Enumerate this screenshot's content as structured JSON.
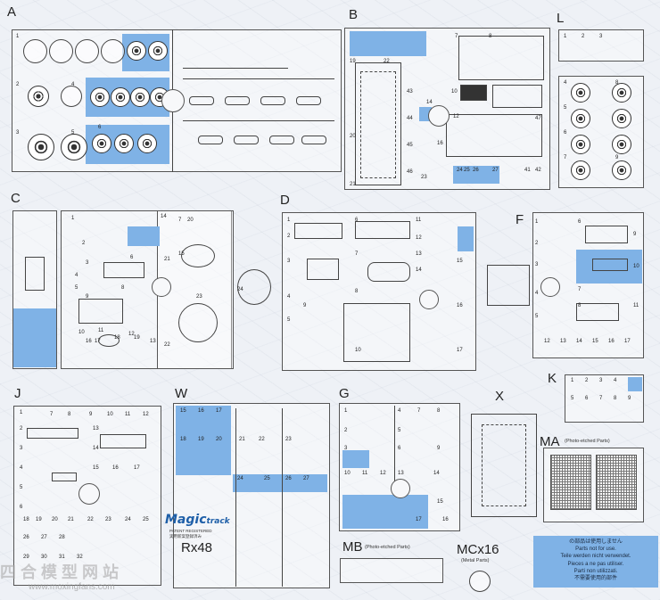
{
  "sprue_labels": {
    "A": "A",
    "B": "B",
    "L": "L",
    "C": "C",
    "D": "D",
    "F": "F",
    "K": "K",
    "J": "J",
    "W": "W",
    "G": "G",
    "X": "X",
    "MA": "MA"
  },
  "ma_note": "(Photo-etched Parts)",
  "mb": {
    "label": "MB",
    "note": "(Photo-etched Parts)"
  },
  "mc": {
    "label": "MCx16",
    "note": "(Metal Parts)"
  },
  "rx": {
    "label": "Rx48"
  },
  "magic_track": {
    "brand": "Magic",
    "brand2": "track",
    "patent": "PATENT REGISTERED",
    "jp": "実用新案登録済み"
  },
  "notice_lines": [
    "の部品は使用しません",
    "Parts not for use.",
    "Teile werden nicht verwendet.",
    "Pieces a ne pas utiliser.",
    "Parti non utilizzati.",
    "不需要使用的部件"
  ],
  "watermark": {
    "text": "四 合 模 型 网 站",
    "url": "www.moxingfans.com"
  },
  "colors": {
    "unused_parts": "#7fb2e6",
    "line": "#444444",
    "paper": "#eef1f6"
  },
  "part_numbers": {
    "a": [
      "1",
      "2",
      "3",
      "4",
      "5",
      "6"
    ],
    "b": [
      "7",
      "8",
      "10",
      "12",
      "14",
      "16",
      "19",
      "20",
      "21",
      "22",
      "23",
      "24",
      "25",
      "26",
      "27",
      "41",
      "42",
      "43",
      "44",
      "45",
      "46",
      "47"
    ],
    "c": [
      "1",
      "2",
      "3",
      "4",
      "5",
      "6",
      "7",
      "8",
      "9",
      "10",
      "11",
      "12",
      "13",
      "14",
      "15",
      "16",
      "17",
      "18",
      "19",
      "20",
      "21",
      "22",
      "23",
      "24"
    ],
    "d": [
      "1",
      "2",
      "3",
      "4",
      "5",
      "6",
      "7",
      "8",
      "9",
      "10",
      "11",
      "12",
      "13",
      "14",
      "15",
      "16",
      "17"
    ],
    "f": [
      "1",
      "2",
      "3",
      "4",
      "5",
      "6",
      "7",
      "8",
      "9",
      "10",
      "11",
      "12",
      "13",
      "14",
      "15",
      "16",
      "17"
    ],
    "j": [
      "1",
      "2",
      "3",
      "4",
      "5",
      "6",
      "7",
      "8",
      "9",
      "10",
      "11",
      "12",
      "13",
      "14",
      "15",
      "16",
      "17",
      "18",
      "19",
      "20",
      "21",
      "22",
      "23",
      "24",
      "25",
      "26",
      "27",
      "28",
      "29",
      "30",
      "31",
      "32"
    ],
    "w": [
      "15",
      "16",
      "17",
      "18",
      "19",
      "20",
      "21",
      "22",
      "23",
      "24",
      "25",
      "26",
      "27"
    ],
    "g": [
      "1",
      "2",
      "3",
      "4",
      "5",
      "6",
      "7",
      "8",
      "9",
      "10",
      "11",
      "12",
      "13",
      "14",
      "15",
      "16",
      "17"
    ],
    "k": [
      "1",
      "2",
      "3",
      "4",
      "5",
      "6",
      "7",
      "8",
      "9"
    ],
    "l": [
      "1",
      "2",
      "3",
      "4",
      "5",
      "6",
      "7",
      "8",
      "9"
    ]
  }
}
